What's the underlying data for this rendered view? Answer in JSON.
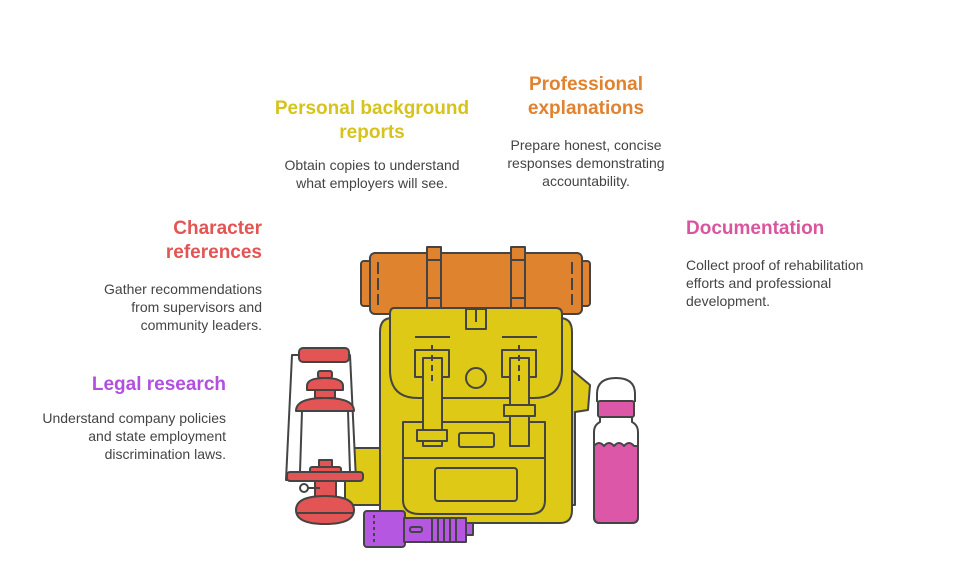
{
  "colors": {
    "personal": "#D6C31B",
    "professional": "#E0822F",
    "character": "#E35454",
    "legal": "#B24FE0",
    "documentation": "#D9559E"
  },
  "items": {
    "personal": {
      "title": "Personal background reports",
      "desc": "Obtain copies to understand what employers will see."
    },
    "professional": {
      "title": "Professional explanations",
      "desc": "Prepare honest, concise responses demonstrating accountability."
    },
    "character": {
      "title": "Character references",
      "desc": "Gather recommendations from supervisors and community leaders."
    },
    "legal": {
      "title": "Legal research",
      "desc": "Understand company policies and state employment discrimination laws."
    },
    "documentation": {
      "title": "Documentation",
      "desc": "Collect proof of rehabilitation efforts and professional development."
    }
  },
  "illustration": [
    "backpack-icon",
    "sleeping-roll-icon",
    "lantern-icon",
    "flashlight-icon",
    "water-bottle-icon"
  ]
}
